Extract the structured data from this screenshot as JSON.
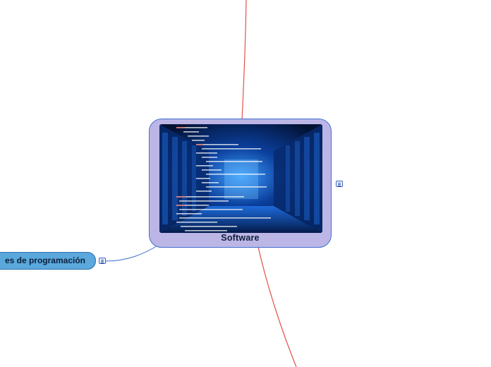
{
  "central": {
    "title": "Software",
    "image_icon": "server-room-code-image"
  },
  "topics": [
    {
      "label": "es de programación",
      "note_icon": "notes-icon"
    }
  ],
  "central_note_icon": "notes-icon",
  "colors": {
    "central_fill": "#bcb6e6",
    "central_border": "#3f6fd0",
    "topic_fill": "#5aa8dc",
    "connector_red": "#e0524a",
    "connector_blue": "#3a6fd0"
  }
}
